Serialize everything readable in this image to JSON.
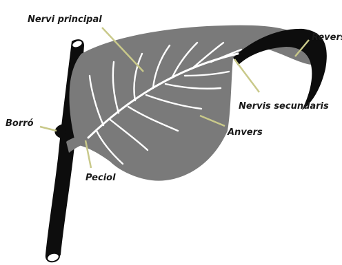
{
  "labels": {
    "main_vein": "Nervi principal",
    "underside": "Revers",
    "secondary_veins": "Nervis secundaris",
    "upper_side": "Anvers",
    "bud": "Borró",
    "petiole": "Peciol"
  },
  "colors": {
    "leaf_upper": "#7a7a7a",
    "leaf_underside": "#0d0d0d",
    "stem": "#0d0d0d",
    "veins": "#ffffff",
    "leader_line": "#c9c98a"
  }
}
